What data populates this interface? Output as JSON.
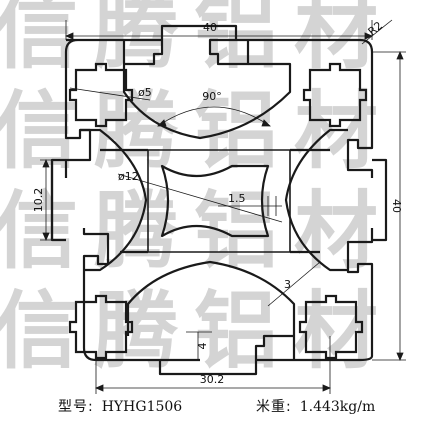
{
  "profile": {
    "width_dim": "40",
    "height_dim": "40",
    "corner_radius": "R2",
    "hole_diameter": "ø5",
    "angle": "90°",
    "center_bore": "ø12",
    "wall_thickness": "1.5",
    "left_dim": "10.2",
    "rib_thickness": "3",
    "slot_depth": "4",
    "bottom_dim": "30.2"
  },
  "footer": {
    "model_label": "型号:",
    "model_value": "HYHG1506",
    "weight_label": "米重:",
    "weight_value": "1.443kg/m"
  },
  "watermark": [
    "信",
    "腾",
    "铝",
    "材"
  ]
}
